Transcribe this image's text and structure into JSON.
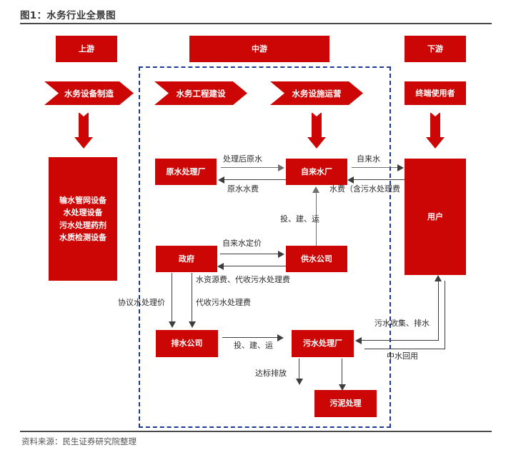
{
  "figure": {
    "title": "图1：水务行业全景图",
    "source": "资料来源：民生证券研究院整理",
    "accent_color": "#CC0605",
    "frame_color": "#1f3a93",
    "line_color": "#3d3d3d"
  },
  "segments": {
    "upstream": "上游",
    "midstream": "中游",
    "downstream": "下游"
  },
  "chevrons": {
    "equipment_manufacturing": "水务设备制造",
    "engineering_construction": "水务工程建设",
    "facility_operation": "水务设施运营",
    "end_user": "终端使用者"
  },
  "nodes": {
    "upstream_products": [
      "输水管网设备",
      "水处理设备",
      "污水处理药剂",
      "水质检测设备"
    ],
    "raw_water_plant": "原水处理厂",
    "tap_water_plant": "自来水厂",
    "government": "政府",
    "water_supply_company": "供水公司",
    "drainage_company": "排水公司",
    "sewage_plant": "污水处理厂",
    "sludge_treatment": "污泥处理",
    "users": "用户"
  },
  "flow_labels": {
    "treated_raw_water": "处理后原水",
    "raw_water_fee": "原水水费",
    "tap_water": "自来水",
    "water_fee_incl_sewage": "水费（含污水处理费",
    "invest_build_operate_1": "投、建、运",
    "tap_water_pricing": "自来水定价",
    "water_resource_and_agent_fee": "水资源费、代收污水处理费",
    "agreed_treatment_price": "协议水处理价",
    "agent_sewage_fee": "代收污水处理费",
    "invest_build_operate_2": "投、建、运",
    "compliant_discharge": "达标排放",
    "sewage_collection_drainage": "污水收集、排水",
    "reclaimed_water_reuse": "中水回用"
  }
}
